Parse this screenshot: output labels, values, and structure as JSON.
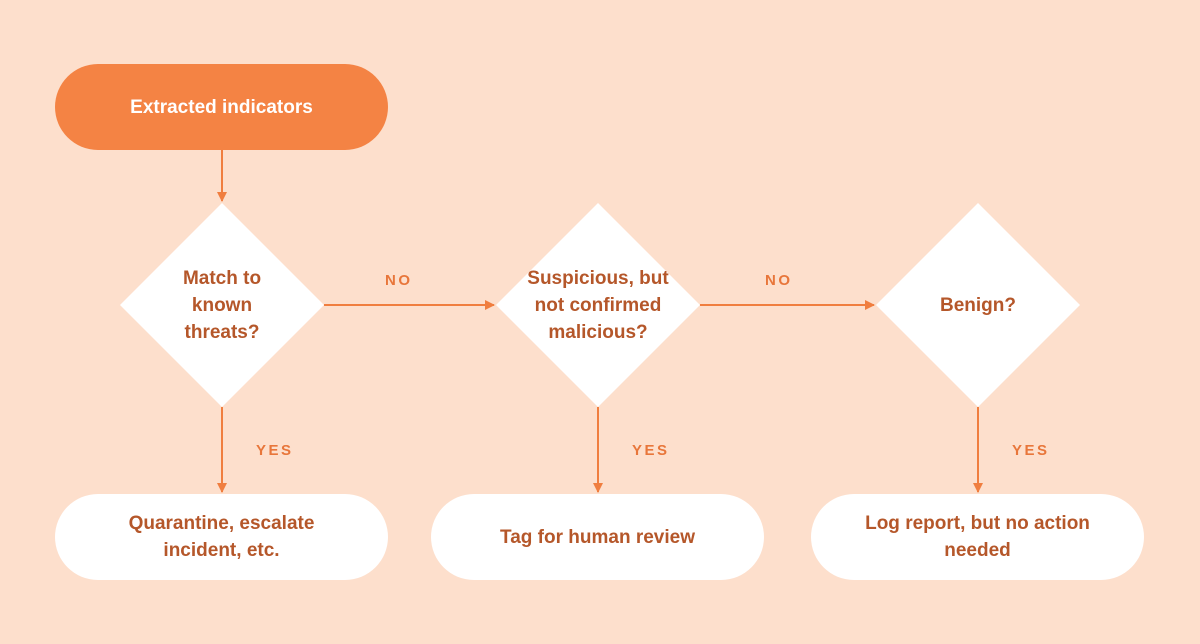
{
  "colors": {
    "background": "#FDDFCC",
    "accent": "#F48344",
    "node_text": "#B5572A",
    "connector": "#F07E3F",
    "edge_label": "#E8763A",
    "node_fill": "#FFFFFF"
  },
  "nodes": {
    "start": "Extracted indicators",
    "decision_known_threats": "Match to known threats?",
    "decision_suspicious": "Suspicious, but not confirmed malicious?",
    "decision_benign": "Benign?",
    "outcome_quarantine": "Quarantine, escalate incident, etc.",
    "outcome_human_review": "Tag for human review",
    "outcome_log_report": "Log report, but no action needed"
  },
  "edge_labels": {
    "no_1": "NO",
    "no_2": "NO",
    "yes_1": "YES",
    "yes_2": "YES",
    "yes_3": "YES"
  }
}
